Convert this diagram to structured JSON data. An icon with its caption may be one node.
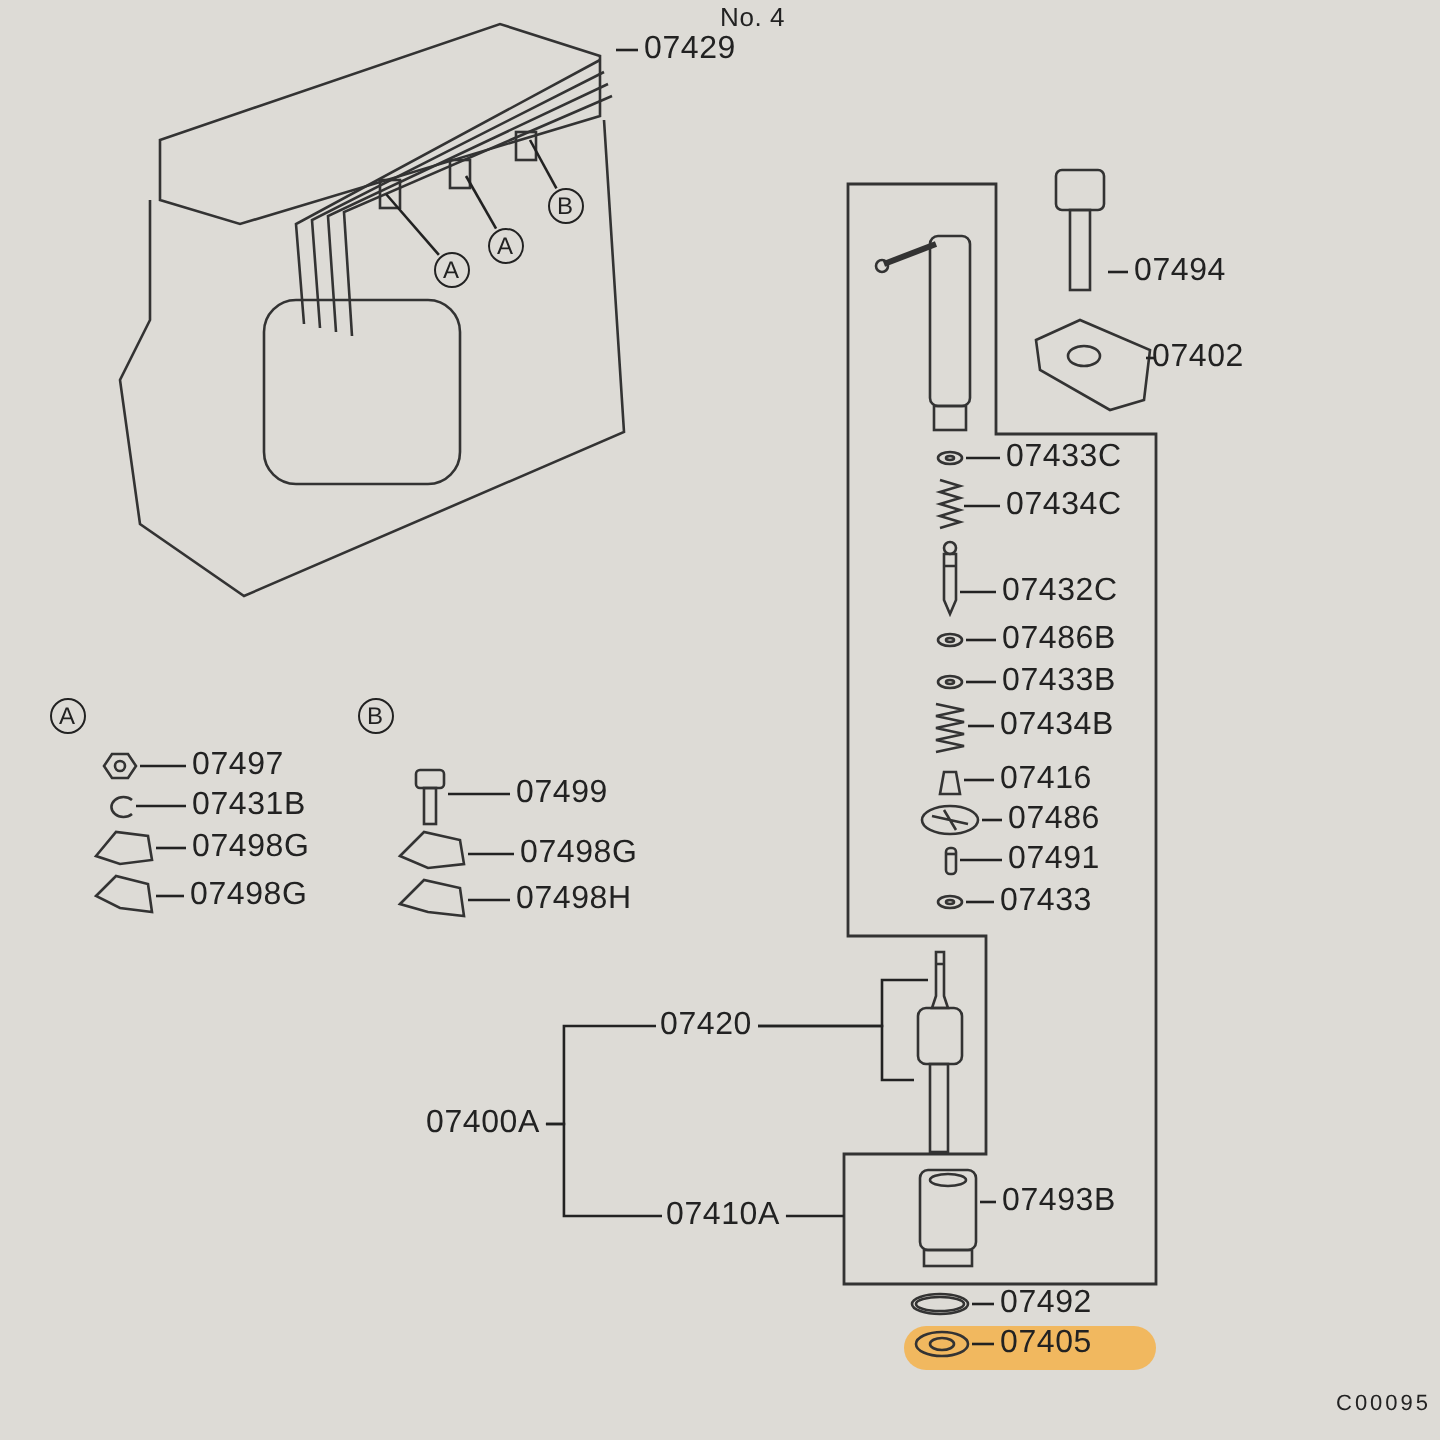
{
  "diagram": {
    "nodes": [
      {
        "text": [
          "07429"
        ]
      },
      {
        "text": [
          "A"
        ]
      },
      {
        "text": [
          "A"
        ]
      },
      {
        "text": [
          "B"
        ]
      },
      {
        "text": [
          "07494"
        ]
      },
      {
        "text": [
          "07402"
        ]
      },
      {
        "text": [
          "07433C"
        ]
      },
      {
        "text": [
          "07434C"
        ]
      },
      {
        "text": [
          "07432C"
        ]
      },
      {
        "text": [
          "07486B"
        ]
      },
      {
        "text": [
          "07433B"
        ]
      },
      {
        "text": [
          "07434B"
        ]
      },
      {
        "text": [
          "07416"
        ]
      },
      {
        "text": [
          "07486"
        ]
      },
      {
        "text": [
          "07491"
        ]
      },
      {
        "text": [
          "07433"
        ]
      },
      {
        "text": [
          "07497"
        ]
      },
      {
        "text": [
          "07431B"
        ]
      },
      {
        "text": [
          "07498G"
        ]
      },
      {
        "text": [
          "07498G"
        ]
      },
      {
        "text": [
          "07499"
        ]
      },
      {
        "text": [
          "07498G"
        ]
      },
      {
        "text": [
          "07498H"
        ]
      },
      {
        "text": [
          "07420"
        ]
      },
      {
        "text": [
          "07400A"
        ]
      },
      {
        "text": [
          "07410A"
        ]
      },
      {
        "text": [
          "07493B"
        ]
      },
      {
        "text": [
          "07492"
        ]
      },
      {
        "text": [
          "07405"
        ]
      },
      {
        "text": [
          "A"
        ]
      },
      {
        "text": [
          "B"
        ]
      },
      {
        "text": [],
        "shape": "picture"
      },
      {
        "text": [],
        "shape": "picture"
      },
      {
        "text": [],
        "shape": "picture"
      },
      {
        "text": [],
        "shape": "picture"
      },
      {
        "text": [],
        "shape": "picture"
      },
      {
        "text": [],
        "shape": "picture"
      },
      {
        "text": [],
        "shape": "picture"
      },
      {
        "text": [],
        "shape": "picture"
      },
      {
        "text": [],
        "shape": "picture"
      },
      {
        "text": [],
        "shape": "picture"
      },
      {
        "text": [],
        "shape": "picture"
      },
      {
        "text": [],
        "shape": "picture"
      },
      {
        "text": [],
        "shape": "picture"
      },
      {
        "text": [],
        "shape": "picture"
      },
      {
        "text": [],
        "shape": "picture"
      },
      {
        "text": [],
        "shape": "picture"
      },
      {
        "text": [],
        "shape": "picture"
      },
      {
        "text": [],
        "shape": "picture"
      },
      {
        "text": [],
        "shape": "picture"
      },
      {
        "text": [],
        "shape": "picture"
      },
      {
        "text": [],
        "shape": "picture"
      },
      {
        "text": [],
        "shape": "picture"
      },
      {
        "text": [],
        "shape": "picture"
      },
      {
        "text": [],
        "shape": "picture"
      }
    ],
    "edges": [
      {
        "from": 0,
        "to": null,
        "arrow": "none"
      },
      {
        "from": 1,
        "to": null,
        "arrow": "none"
      },
      {
        "from": 2,
        "to": null,
        "arrow": "none"
      },
      {
        "from": 3,
        "to": null,
        "arrow": "none"
      },
      {
        "from": 4,
        "to": 31,
        "arrow": "none"
      },
      {
        "from": 5,
        "to": 32,
        "arrow": "none"
      },
      {
        "from": 6,
        "to": 33,
        "arrow": "none"
      },
      {
        "from": 7,
        "to": 34,
        "arrow": "none"
      },
      {
        "from": 8,
        "to": 35,
        "arrow": "none"
      },
      {
        "from": 9,
        "to": 36,
        "arrow": "none"
      },
      {
        "from": 10,
        "to": 37,
        "arrow": "none"
      },
      {
        "from": 11,
        "to": 38,
        "arrow": "none"
      },
      {
        "from": 12,
        "to": 39,
        "arrow": "none"
      },
      {
        "from": 13,
        "to": 40,
        "arrow": "none"
      },
      {
        "from": 14,
        "to": 41,
        "arrow": "none"
      },
      {
        "from": 15,
        "to": 42,
        "arrow": "none"
      },
      {
        "from": 16,
        "to": 43,
        "arrow": "none"
      },
      {
        "from": 17,
        "to": 44,
        "arrow": "none"
      },
      {
        "from": 18,
        "to": 45,
        "arrow": "none"
      },
      {
        "from": 19,
        "to": 46,
        "arrow": "none"
      },
      {
        "from": 20,
        "to": 47,
        "arrow": "none"
      },
      {
        "from": 21,
        "to": 48,
        "arrow": "none"
      },
      {
        "from": 22,
        "to": 49,
        "arrow": "none"
      },
      {
        "from": 23,
        "to": 50,
        "arrow": "none"
      },
      {
        "from": 23,
        "to": 51,
        "arrow": "none"
      },
      {
        "from": 24,
        "to": 23,
        "arrow": "none"
      },
      {
        "from": 24,
        "to": 25,
        "arrow": "none"
      },
      {
        "from": 25,
        "to": null,
        "arrow": "none"
      },
      {
        "from": 26,
        "to": 52,
        "arrow": "none"
      },
      {
        "from": 27,
        "to": 53,
        "arrow": "none"
      },
      {
        "from": 28,
        "to": 54,
        "arrow": "none"
      }
    ],
    "labels": [
      "No. 4",
      "C00095"
    ]
  }
}
